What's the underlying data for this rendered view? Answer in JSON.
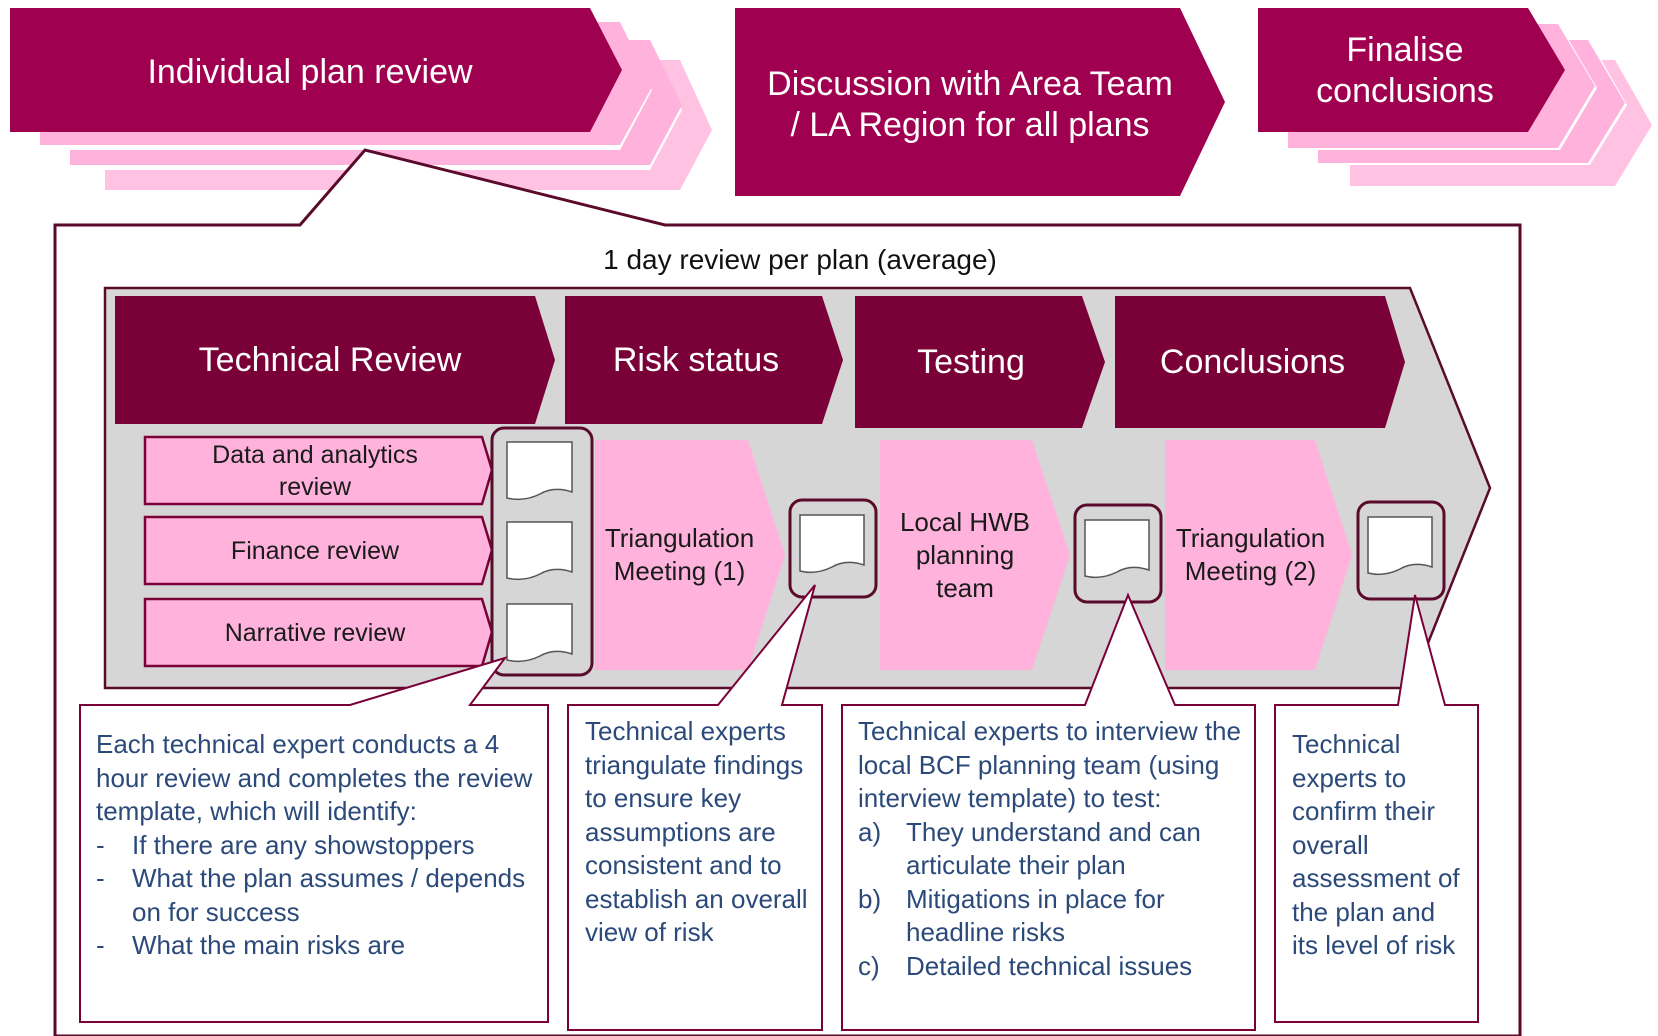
{
  "top_steps": [
    {
      "label": "Individual plan review"
    },
    {
      "label": "Discussion with Area Team / LA Region for all plans"
    },
    {
      "label": "Finalise conclusions"
    }
  ],
  "review_caption": "1 day review per plan (average)",
  "phases": [
    "Technical Review",
    "Risk status",
    "Testing",
    "Conclusions"
  ],
  "review_items": [
    "Data and analytics review",
    "Finance review",
    "Narrative review"
  ],
  "process_steps": [
    "Triangulation Meeting (1)",
    "Local HWB planning team",
    "Triangulation Meeting (2)"
  ],
  "notes": {
    "technical": {
      "text": "Each technical expert conducts a 4 hour review and completes the review template, which will identify:",
      "bullets": [
        "If there are any showstoppers",
        "What the plan assumes / depends on for success",
        "What the main risks are"
      ],
      "bullet_marker": "-"
    },
    "risk": {
      "text": "Technical experts triangulate findings to ensure key assumptions are consistent and to establish an overall view of risk"
    },
    "testing": {
      "text": "Technical experts to interview the local BCF planning team (using interview template) to test:",
      "items": [
        {
          "marker": "a)",
          "text": "They understand and can articulate their plan"
        },
        {
          "marker": "b)",
          "text": "Mitigations in place for headline risks"
        },
        {
          "marker": "c)",
          "text": "Detailed technical issues"
        }
      ]
    },
    "conclusions": {
      "text": "Technical experts to confirm their overall assessment of the plan and its level of risk"
    }
  },
  "colors": {
    "magenta": "#a00050",
    "dark_magenta": "#7a0038",
    "pink": "#ffb3dc",
    "light_pink": "#ffc2e3",
    "grey": "#d6d6d6",
    "note_text": "#2b4a7a"
  }
}
